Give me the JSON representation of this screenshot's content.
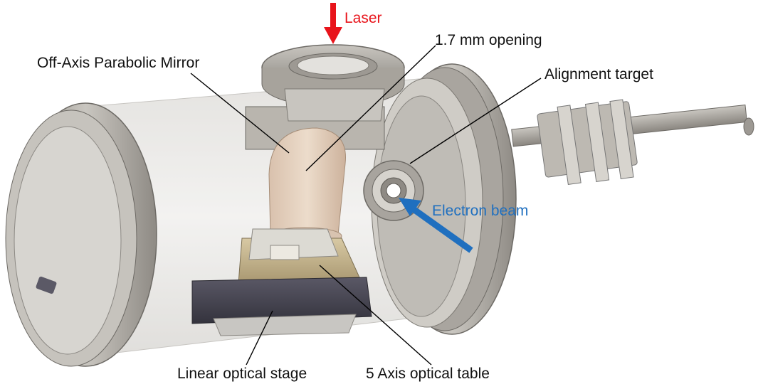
{
  "labels": {
    "laser": "Laser",
    "opening": "1.7 mm opening",
    "mirror": "Off-Axis Parabolic Mirror",
    "alignment": "Alignment target",
    "electron_beam": "Electron beam",
    "linear_stage": "Linear optical stage",
    "optical_table": "5 Axis optical table"
  },
  "colors": {
    "laser": "#e8141b",
    "electron_beam": "#1f6fbf",
    "text": "#111111"
  }
}
